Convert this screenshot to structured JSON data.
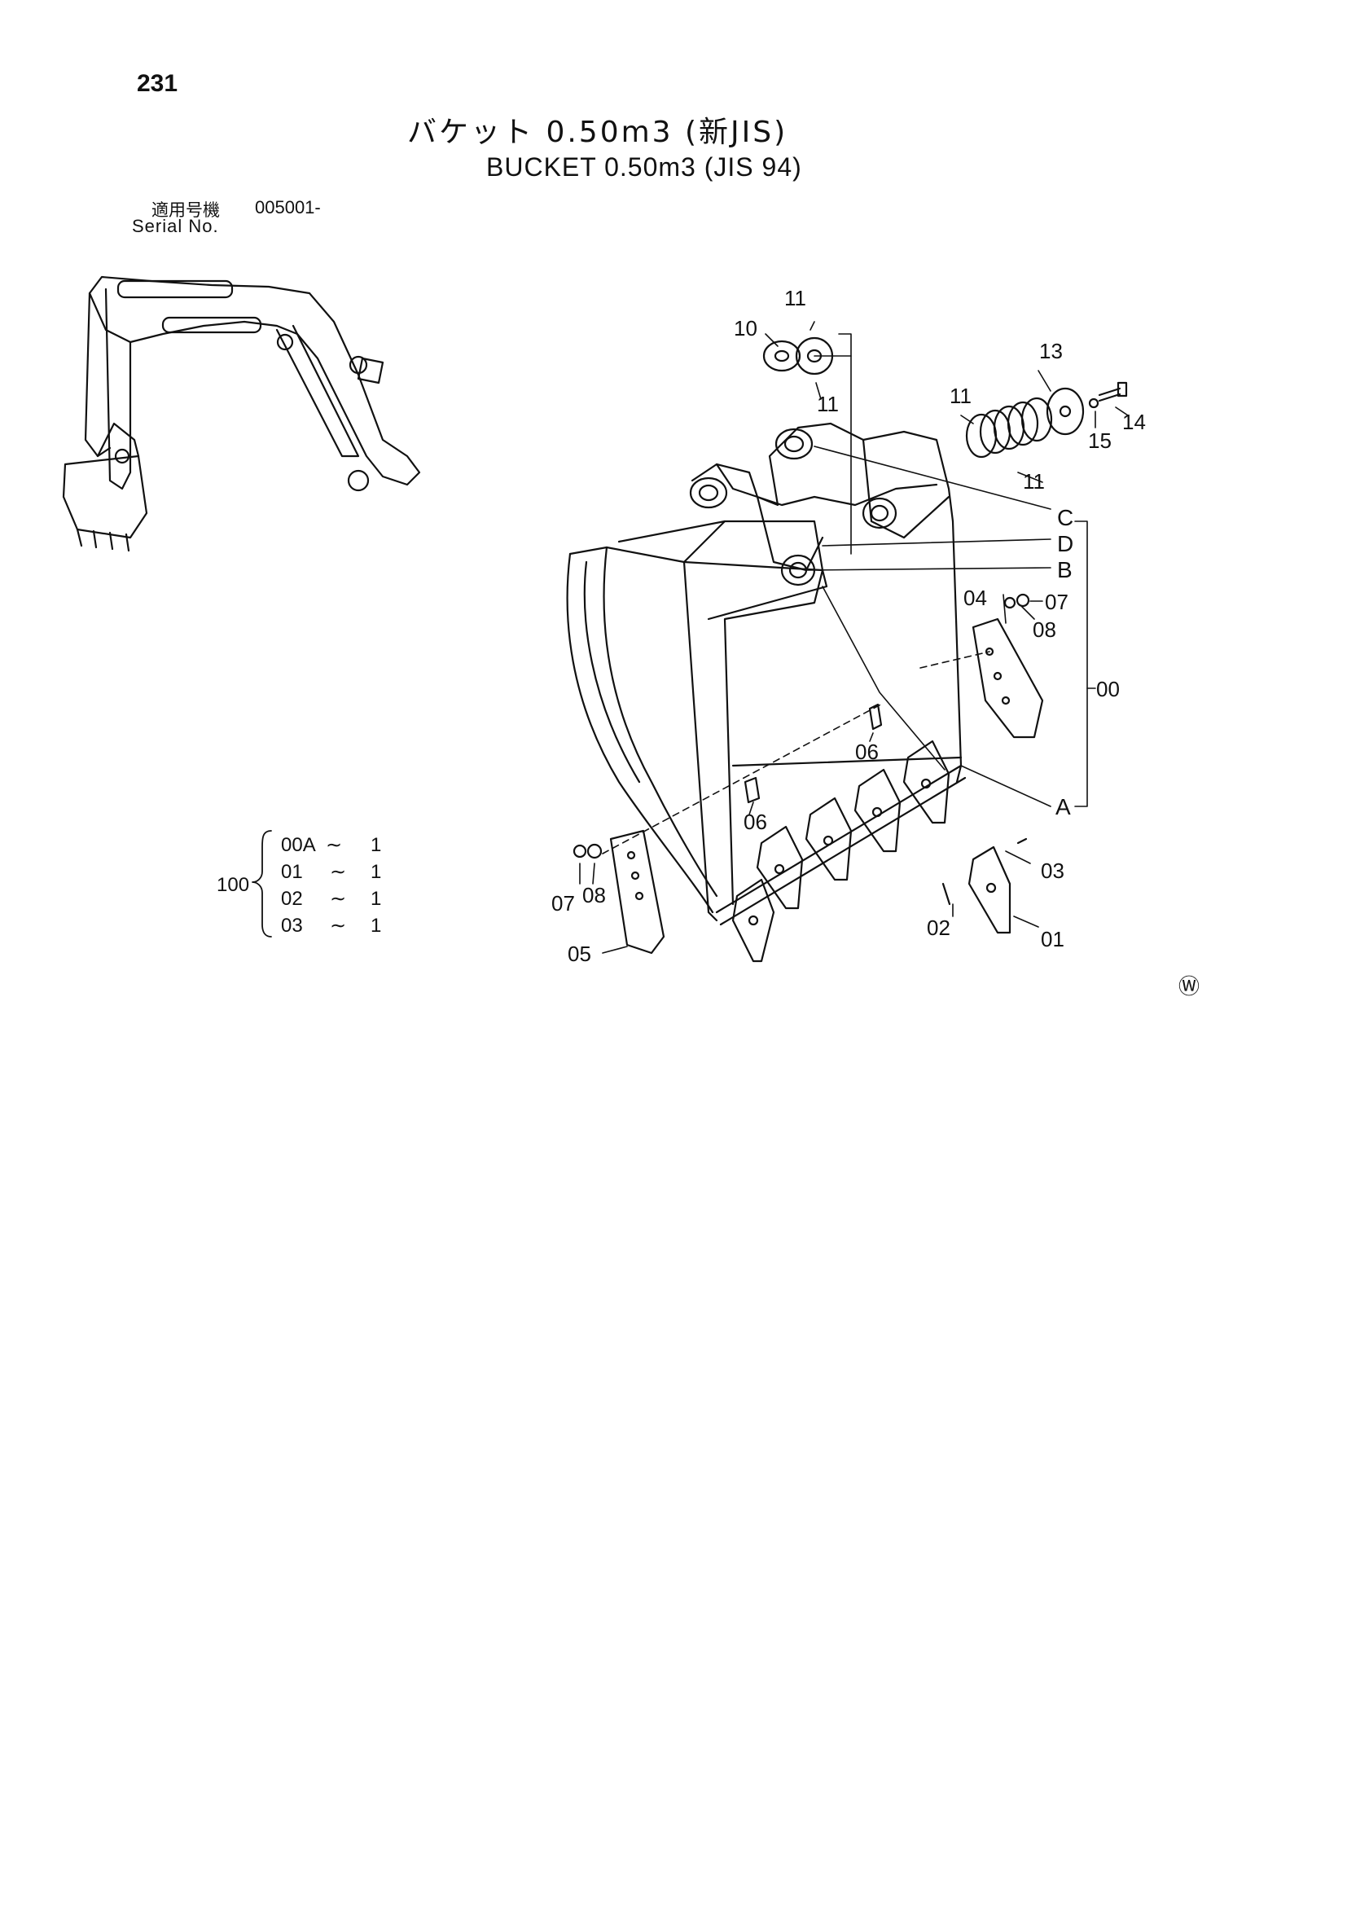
{
  "page_number": "231",
  "title_jp": "バケット 0.50m3 (新JIS)",
  "title_en": "BUCKET 0.50m3 (JIS 94)",
  "serial": {
    "label_jp": "適用号機",
    "label_en": "Serial No.",
    "value": "005001-"
  },
  "callouts": {
    "p11a": "11",
    "p10": "10",
    "p11b": "11",
    "p13": "13",
    "p14": "14",
    "p15": "15",
    "p11c": "11",
    "p11d": "11",
    "C": "C",
    "D": "D",
    "B": "B",
    "A": "A",
    "p00": "00",
    "p04": "04",
    "p07a": "07",
    "p08a": "08",
    "p06a": "06",
    "p06b": "06",
    "p03": "03",
    "p02": "02",
    "p01": "01",
    "p07b": "07",
    "p08b": "08",
    "p05": "05"
  },
  "kit": {
    "assembly": "100",
    "rows": [
      {
        "part": "00A",
        "qty": "1"
      },
      {
        "part": "01",
        "qty": "1"
      },
      {
        "part": "02",
        "qty": "1"
      },
      {
        "part": "03",
        "qty": "1"
      }
    ]
  },
  "mark": "Ⓦ"
}
